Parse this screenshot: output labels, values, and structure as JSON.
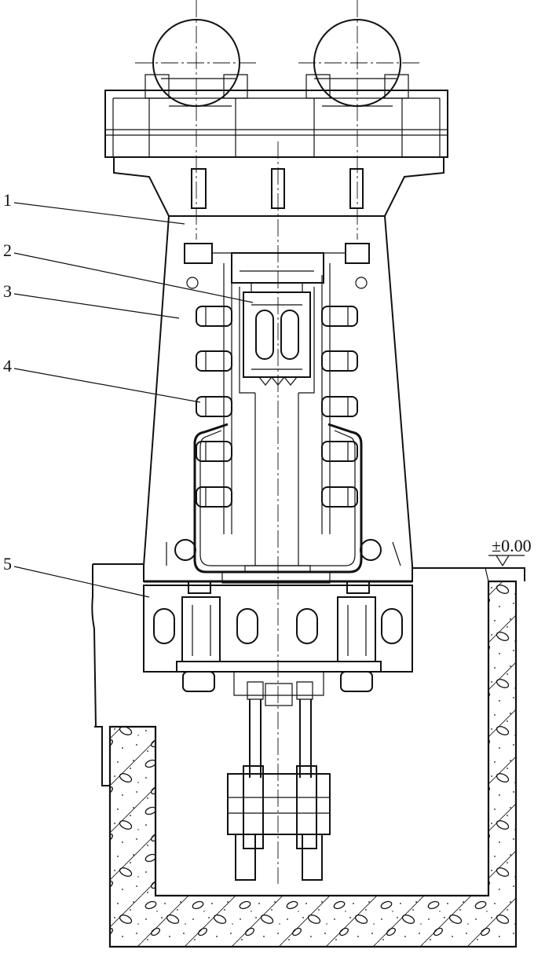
{
  "diagram": {
    "labels": [
      {
        "id": "1",
        "text": "1"
      },
      {
        "id": "2",
        "text": "2"
      },
      {
        "id": "3",
        "text": "3"
      },
      {
        "id": "4",
        "text": "4"
      },
      {
        "id": "5",
        "text": "5"
      }
    ],
    "elevation": {
      "text": "±0.00"
    }
  }
}
